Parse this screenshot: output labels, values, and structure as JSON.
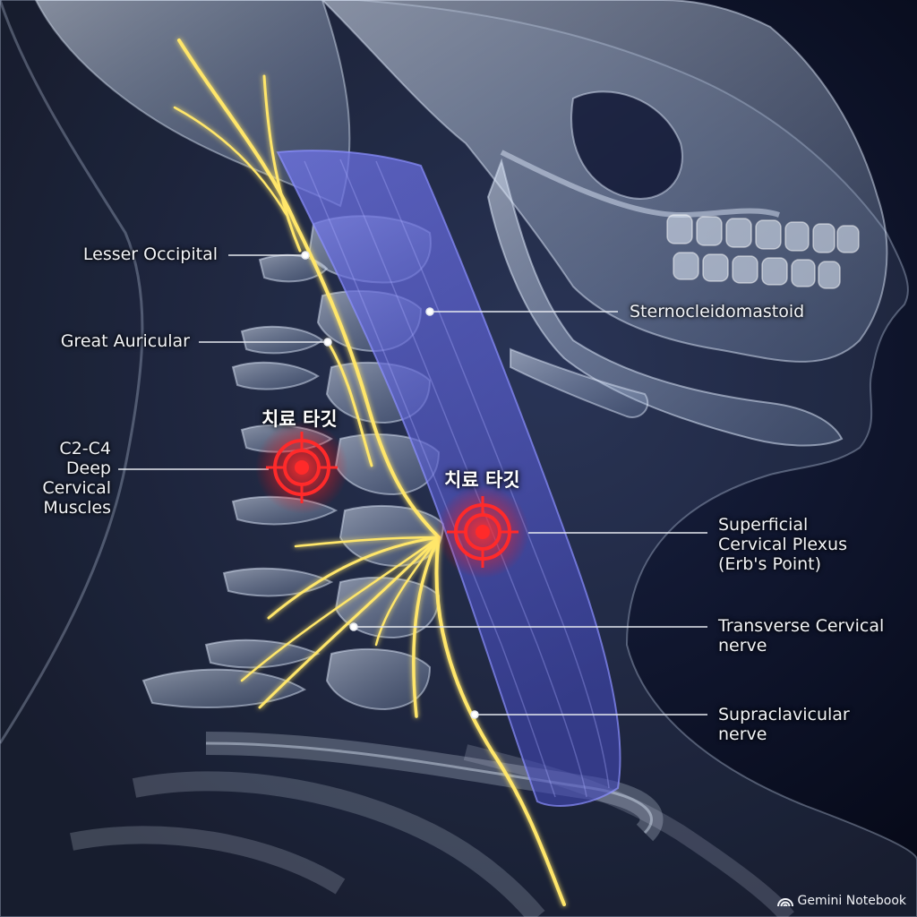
{
  "labels": {
    "lesser_occipital": "Lesser Occipital",
    "great_auricular": "Great Auricular",
    "deep_cervical": [
      "C2-C4",
      "Deep",
      "Cervical",
      "Muscles"
    ],
    "sternocleidomastoid": "Sternocleidomastoid",
    "superficial_plexus": [
      "Superficial",
      "Cervical Plexus",
      "(Erb's Point)"
    ],
    "transverse_cervical": [
      "Transverse Cervical",
      "nerve"
    ],
    "supraclavicular": [
      "Supraclavicular",
      "nerve"
    ]
  },
  "targets": {
    "left_label": "치료 타깃",
    "right_label": "치료 타깃"
  },
  "brand": "Gemini Notebook",
  "colors": {
    "background": "#070b1c",
    "nerve": "#ffe66a",
    "muscle": "#5a5fd0",
    "bone": "#b9cbe6",
    "target": "#ff2a2a",
    "leader_line": "#e6e9f0"
  },
  "icons": [
    "target-crosshair-icon",
    "gemini-brand-icon"
  ]
}
